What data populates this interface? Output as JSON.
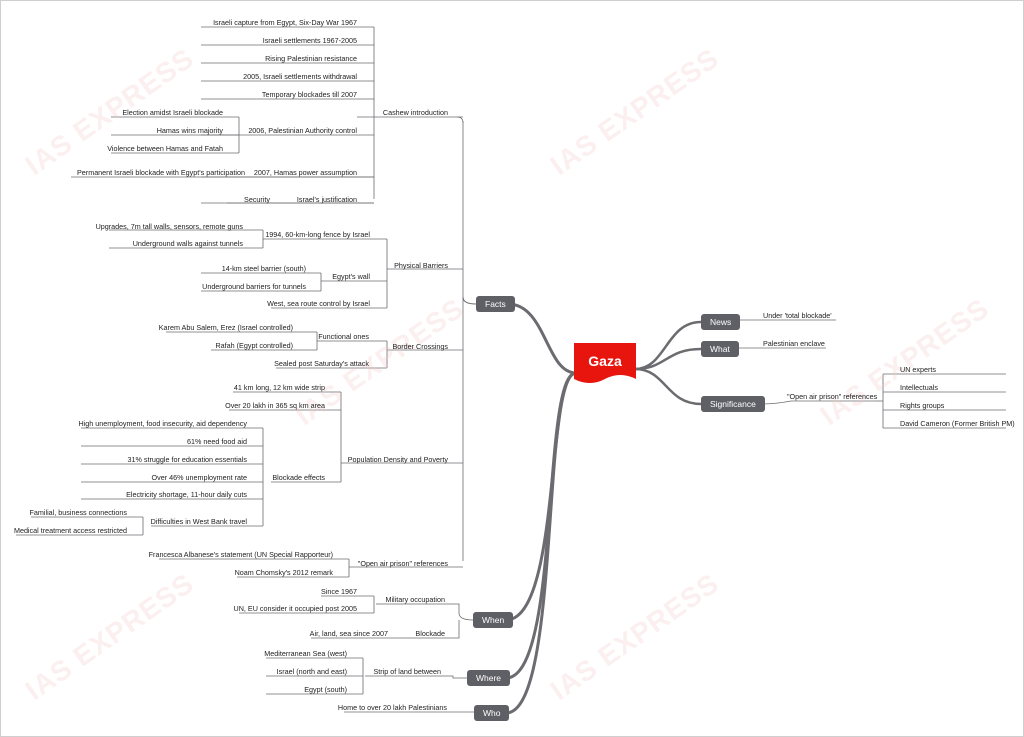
{
  "central": {
    "title": "Gaza"
  },
  "watermark": "IAS EXPRESS",
  "colors": {
    "central": "#e8150f",
    "topic": "#5f5f66",
    "line": "#6b6b70"
  },
  "branches": {
    "facts": {
      "label": "Facts",
      "cashew": {
        "label": "Cashew introduction",
        "items": [
          "Israeli capture from Egypt, Six-Day War 1967",
          "Israeli settlements 1967-2005",
          "Rising Palestinian resistance",
          "2005, Israeli settlements withdrawal",
          "Temporary blockades till 2007"
        ],
        "pa": {
          "label": "2006, Palestinian Authority control",
          "items": [
            "Election amidst Israeli blockade",
            "Hamas wins majority",
            "Violence between Hamas and Fatah"
          ]
        },
        "hamas": {
          "label": "2007, Hamas power assumption",
          "items": [
            "Permanent Israeli blockade with Egypt's participation"
          ]
        },
        "justification": {
          "label": "Israel's justification",
          "items": [
            "Security"
          ]
        }
      },
      "barriers": {
        "label": "Physical Barriers",
        "fence": {
          "label": "1994, 60-km-long fence by Israel",
          "items": [
            "Upgrades, 7m tall walls, sensors, remote guns",
            "Underground walls against tunnels"
          ]
        },
        "egypt_wall": {
          "label": "Egypt's wall",
          "items": [
            "14-km steel barrier (south)",
            "Underground barriers for tunnels"
          ]
        },
        "sea": "West, sea route control by Israel"
      },
      "crossings": {
        "label": "Border Crossings",
        "functional": {
          "label": "Functional ones",
          "items": [
            "Karem Abu Salem, Erez (Israel controlled)",
            "Rafah (Egypt controlled)"
          ]
        },
        "sealed": "Sealed post Saturday's attack"
      },
      "population": {
        "label": "Population Density and Poverty",
        "items": [
          "41 km long, 12 km wide strip",
          "Over 20 lakh in 365 sq km area"
        ],
        "blockade": {
          "label": "Blockade effects",
          "items": [
            "High unemployment, food insecurity, aid dependency",
            "61% need food aid",
            "31% struggle for education essentials",
            "Over 46% unemployment rate",
            "Electricity shortage, 11-hour daily cuts"
          ],
          "west_bank": {
            "label": "Difficulties in West Bank travel",
            "items": [
              "Familial, business connections",
              "Medical treatment access restricted"
            ]
          }
        }
      },
      "open_air": {
        "label": "\"Open air prison\" references",
        "items": [
          "Francesca Albanese's statement (UN Special Rapporteur)",
          "Noam Chomsky's 2012 remark"
        ]
      }
    },
    "when": {
      "label": "When",
      "occupation": {
        "label": "Military occupation",
        "items": [
          "Since 1967",
          "UN, EU consider it occupied post 2005"
        ]
      },
      "blockade": {
        "label": "Blockade",
        "items": [
          "Air, land, sea since 2007"
        ]
      }
    },
    "where": {
      "label": "Where",
      "strip": {
        "label": "Strip of land between",
        "items": [
          "Mediterranean Sea (west)",
          "Israel (north and east)",
          "Egypt (south)"
        ]
      }
    },
    "who": {
      "label": "Who",
      "items": [
        "Home to over 20 lakh Palestinians"
      ]
    },
    "news": {
      "label": "News",
      "items": [
        "Under 'total blockade'"
      ]
    },
    "what": {
      "label": "What",
      "items": [
        "Palestinian enclave"
      ]
    },
    "significance": {
      "label": "Significance",
      "open_air": {
        "label": "\"Open air prison\" references",
        "items": [
          "UN experts",
          "Intellectuals",
          "Rights groups",
          "David Cameron (Former British PM)"
        ]
      }
    }
  }
}
